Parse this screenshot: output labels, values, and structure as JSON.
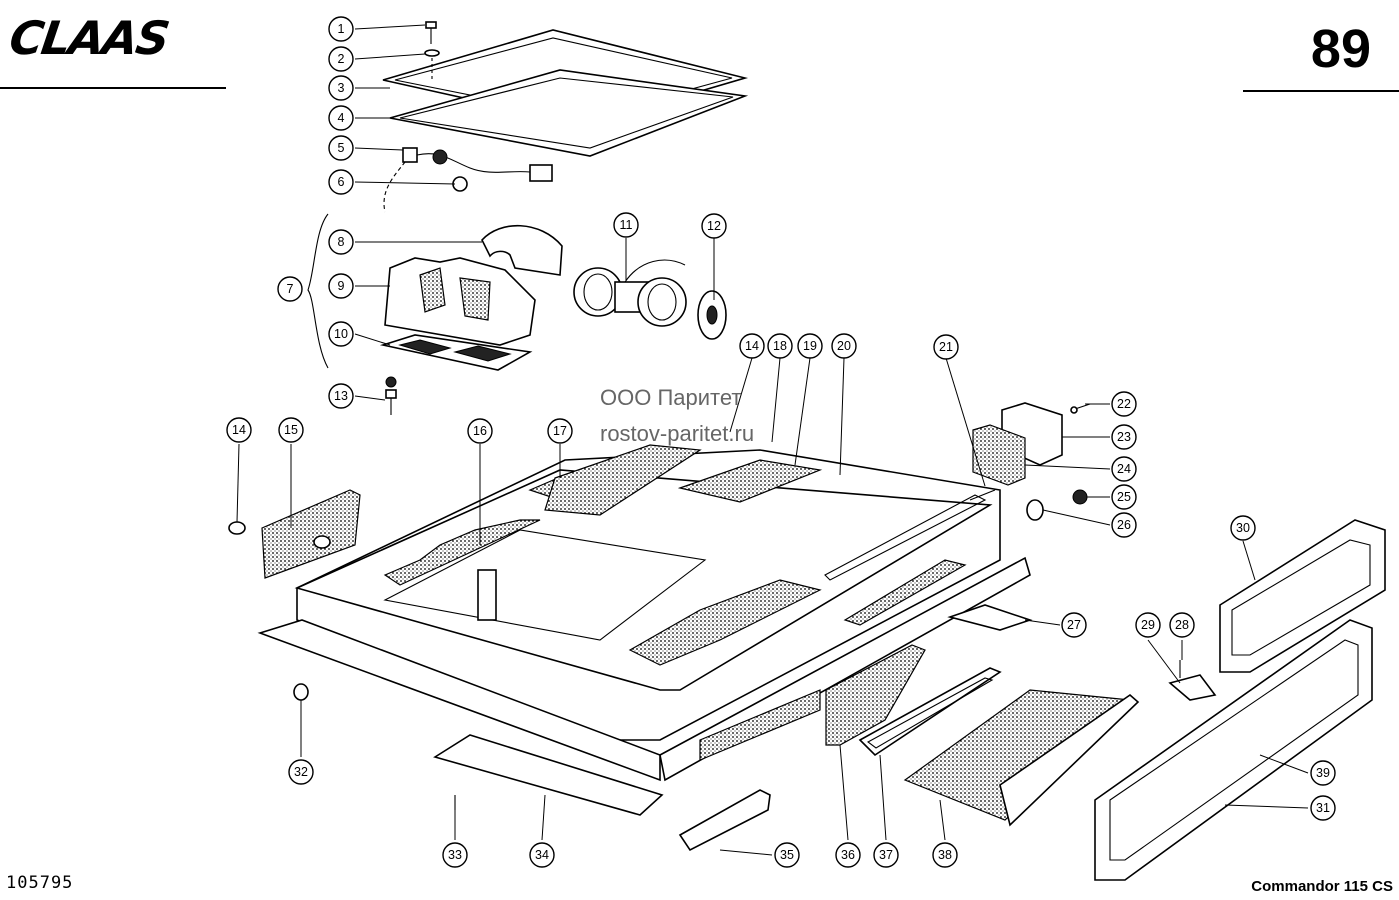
{
  "header": {
    "brand_logo": "CLAAS",
    "page_number": "89"
  },
  "footer": {
    "drawing_number": "105795",
    "model": "Commandor 115 CS"
  },
  "watermark": {
    "line1": "ООО Паритет",
    "line2": "rostov-paritet.ru"
  },
  "callouts": [
    {
      "n": "1"
    },
    {
      "n": "2"
    },
    {
      "n": "3"
    },
    {
      "n": "4"
    },
    {
      "n": "5"
    },
    {
      "n": "6"
    },
    {
      "n": "7"
    },
    {
      "n": "8"
    },
    {
      "n": "9"
    },
    {
      "n": "10"
    },
    {
      "n": "11"
    },
    {
      "n": "12"
    },
    {
      "n": "13"
    },
    {
      "n": "14"
    },
    {
      "n": "18"
    },
    {
      "n": "19"
    },
    {
      "n": "20"
    },
    {
      "n": "21"
    },
    {
      "n": "14"
    },
    {
      "n": "15"
    },
    {
      "n": "16"
    },
    {
      "n": "17"
    },
    {
      "n": "22"
    },
    {
      "n": "23"
    },
    {
      "n": "24"
    },
    {
      "n": "25"
    },
    {
      "n": "26"
    },
    {
      "n": "27"
    },
    {
      "n": "28"
    },
    {
      "n": "29"
    },
    {
      "n": "30"
    },
    {
      "n": "31"
    },
    {
      "n": "32"
    },
    {
      "n": "33"
    },
    {
      "n": "34"
    },
    {
      "n": "35"
    },
    {
      "n": "36"
    },
    {
      "n": "37"
    },
    {
      "n": "38"
    },
    {
      "n": "39"
    }
  ]
}
